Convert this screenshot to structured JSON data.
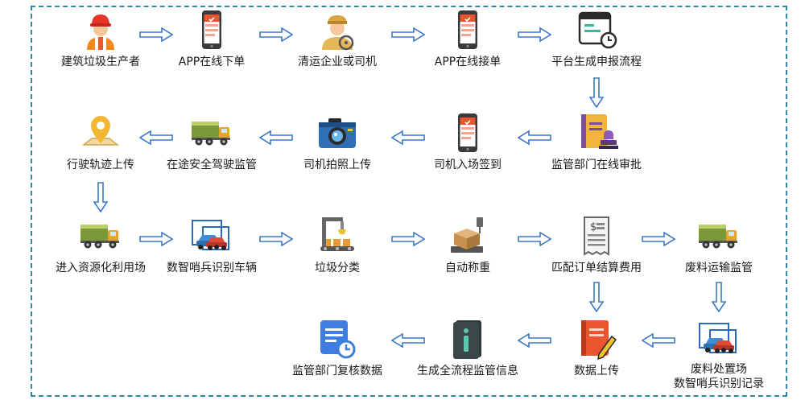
{
  "colors": {
    "border": "#2f88a8",
    "arrow": "#3a78c8"
  },
  "nodes": [
    {
      "label": "建筑垃圾生产者",
      "icon": "worker-icon"
    },
    {
      "label": "APP在线下单",
      "icon": "phone-icon"
    },
    {
      "label": "清运企业或司机",
      "icon": "driver-icon"
    },
    {
      "label": "APP在线接单",
      "icon": "phone-icon"
    },
    {
      "label": "平台生成申报流程",
      "icon": "calendar-clock-icon"
    },
    {
      "label": "监管部门在线审批",
      "icon": "approval-stamp-icon"
    },
    {
      "label": "司机入场签到",
      "icon": "phone-icon"
    },
    {
      "label": "司机拍照上传",
      "icon": "camera-icon"
    },
    {
      "label": "在途安全驾驶监管",
      "icon": "truck-icon"
    },
    {
      "label": "行驶轨迹上传",
      "icon": "map-pin-icon"
    },
    {
      "label": "进入资源化利用场",
      "icon": "truck-icon"
    },
    {
      "label": "数智哨兵识别车辆",
      "icon": "car-monitor-icon"
    },
    {
      "label": "垃圾分类",
      "icon": "robot-arm-icon"
    },
    {
      "label": "自动称重",
      "icon": "scale-icon"
    },
    {
      "label": "匹配订单结算费用",
      "icon": "receipt-icon"
    },
    {
      "label": "废料运输监管",
      "icon": "truck-icon"
    },
    {
      "label": "废料处置场",
      "label2": "数智哨兵识别记录",
      "icon": "car-monitor-icon"
    },
    {
      "label": "数据上传",
      "icon": "notebook-pen-icon"
    },
    {
      "label": "生成全流程监管信息",
      "icon": "info-book-icon"
    },
    {
      "label": "监管部门复核数据",
      "icon": "document-clock-icon"
    }
  ]
}
